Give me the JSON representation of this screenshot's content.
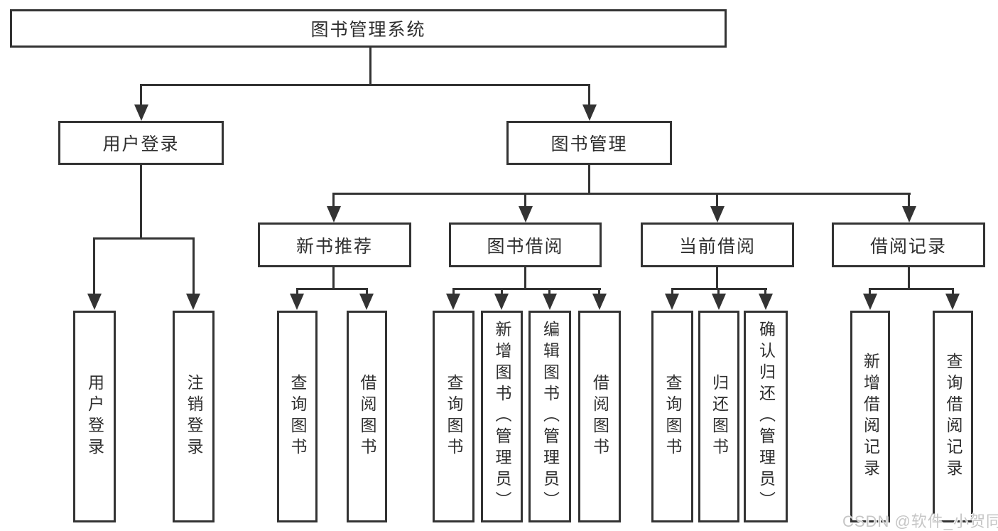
{
  "diagram_type": "hierarchy-tree",
  "colors": {
    "background": "#ffffff",
    "line": "#333333",
    "text": "#2f2f2f",
    "watermark_text": "#c6c6c6"
  },
  "tree": {
    "label": "图书管理系统",
    "children": [
      {
        "label": "用户登录",
        "children": [
          {
            "label": "用户登录"
          },
          {
            "label": "注销登录"
          }
        ]
      },
      {
        "label": "图书管理",
        "children": [
          {
            "label": "新书推荐",
            "children": [
              {
                "label": "查询图书"
              },
              {
                "label": "借阅图书"
              }
            ]
          },
          {
            "label": "图书借阅",
            "children": [
              {
                "label": "查询图书"
              },
              {
                "label": "新增图书（管理员）"
              },
              {
                "label": "编辑图书（管理员）"
              },
              {
                "label": "借阅图书"
              }
            ]
          },
          {
            "label": "当前借阅",
            "children": [
              {
                "label": "查询图书"
              },
              {
                "label": "归还图书"
              },
              {
                "label": "确认归还（管理员）"
              }
            ]
          },
          {
            "label": "借阅记录",
            "children": [
              {
                "label": "新增借阅记录"
              },
              {
                "label": "查询借阅记录"
              }
            ]
          }
        ]
      }
    ]
  },
  "watermark": {
    "text": "CSDN @软件_小贺同学"
  }
}
